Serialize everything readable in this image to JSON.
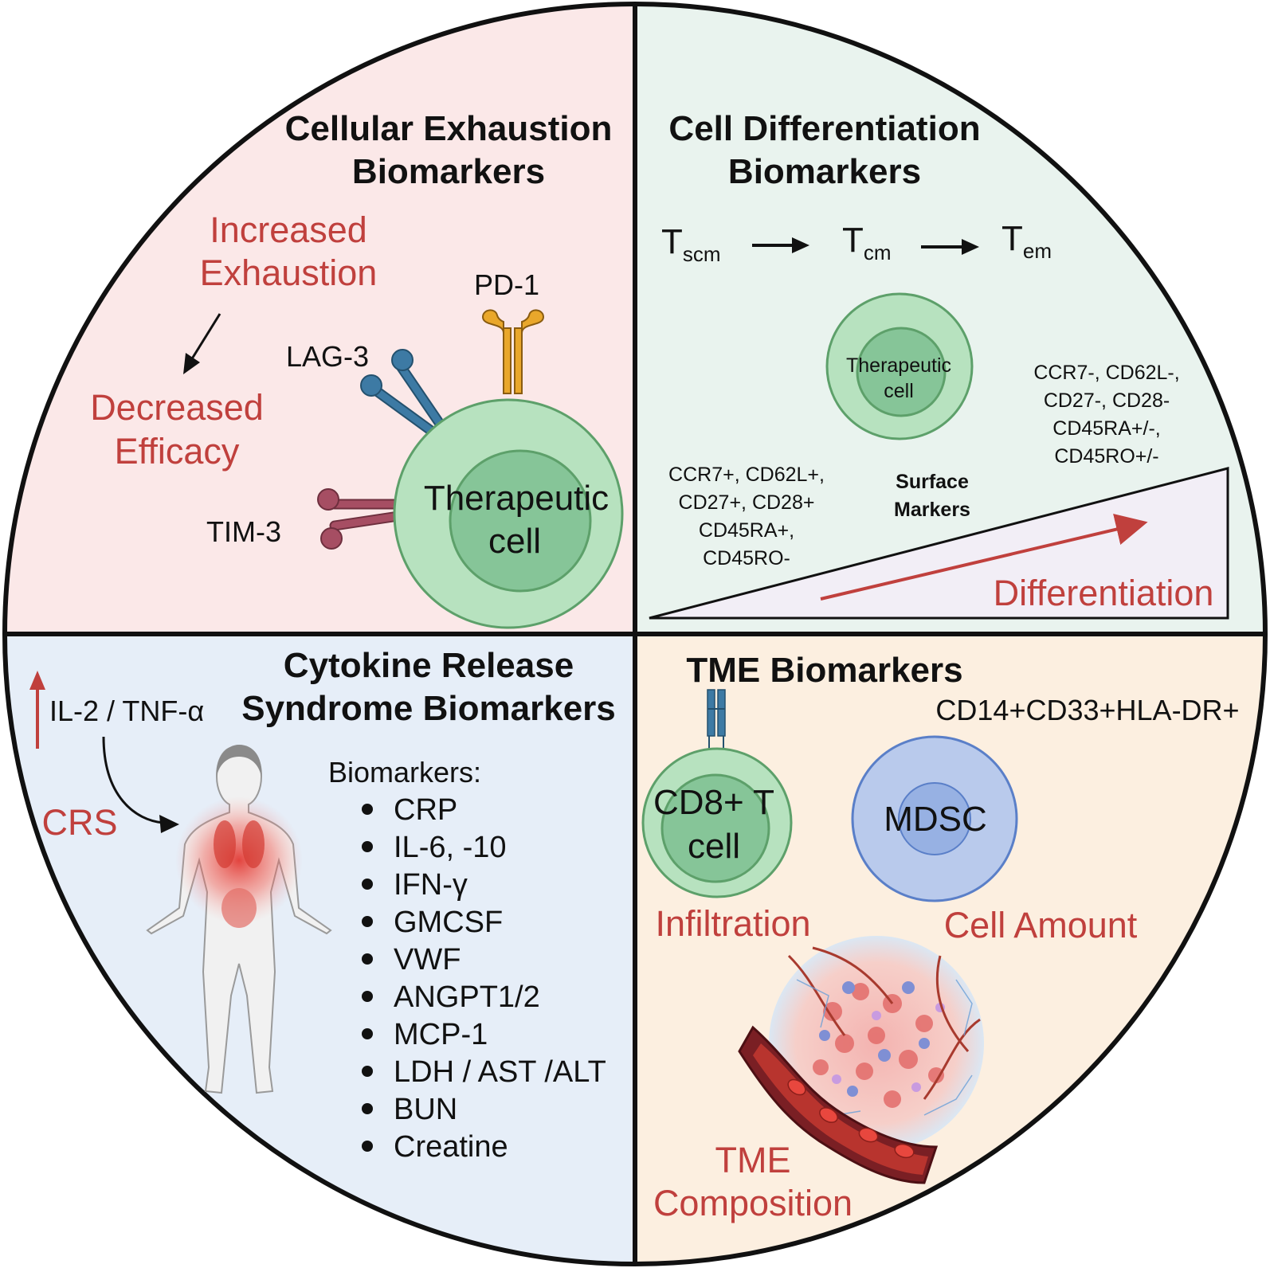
{
  "colors": {
    "exhaustion_bg": "#fbe8e8",
    "differentiation_bg": "#e9f3ee",
    "crs_bg": "#e6eef8",
    "tme_bg": "#fcefe0",
    "red_text": "#c0403d",
    "cell_outer": "#b7e2bf",
    "cell_inner": "#86c598",
    "cell_stroke": "#5da06a",
    "mdsc_outer": "#b9caec",
    "mdsc_inner": "#97b1e3",
    "mdsc_stroke": "#5a7fc8",
    "pd1_color": "#e9a72b",
    "lag3_color": "#3d7aa4",
    "tim3_color": "#a64e63"
  },
  "exhaustion": {
    "title_line1": "Cellular Exhaustion",
    "title_line2": "Biomarkers",
    "increased_line1": "Increased",
    "increased_line2": "Exhaustion",
    "decreased_line1": "Decreased",
    "decreased_line2": "Efficacy",
    "pd1": "PD-1",
    "lag3": "LAG-3",
    "tim3": "TIM-3",
    "cell_line1": "Therapeutic",
    "cell_line2": "cell",
    "icons": [
      "pd1-receptor-icon",
      "lag3-receptor-icon",
      "tim3-receptor-icon",
      "down-left-arrow-icon"
    ]
  },
  "differentiation": {
    "title_line1": "Cell Differentiation",
    "title_line2": "Biomarkers",
    "stages": [
      {
        "main": "T",
        "sub": "scm"
      },
      {
        "main": "T",
        "sub": "cm"
      },
      {
        "main": "T",
        "sub": "em"
      }
    ],
    "cell_line1": "Therapeutic",
    "cell_line2": "cell",
    "markers_early": [
      "CCR7+, CD62L+,",
      "CD27+, CD28+",
      "CD45RA+,",
      "CD45RO-"
    ],
    "surface_line1": "Surface",
    "surface_line2": "Markers",
    "markers_late": [
      "CCR7-, CD62L-,",
      "CD27-, CD28-",
      "CD45RA+/-,",
      "CD45RO+/-"
    ],
    "differentiation_label": "Differentiation"
  },
  "crs": {
    "title_line1": "Cytokine Release",
    "title_line2": "Syndrome Biomarkers",
    "cytokines": "IL-2 / TNF-α",
    "crs_label": "CRS",
    "biomarkers_heading": "Biomarkers:",
    "biomarkers": [
      "CRP",
      "IL-6, -10",
      "IFN-γ",
      "GMCSF",
      "VWF",
      "ANGPT1/2",
      "MCP-1",
      "LDH / AST /ALT",
      "BUN",
      "Creatine"
    ],
    "icons": [
      "up-arrow-icon",
      "curved-arrow-icon",
      "human-body-icon"
    ]
  },
  "tme": {
    "title": "TME Biomarkers",
    "mdsc_markers": "CD14+CD33+HLA-DR+",
    "cd8_line1": "CD8+ T",
    "cd8_line2": "cell",
    "mdsc": "MDSC",
    "infiltration": "Infiltration",
    "cell_amount": "Cell Amount",
    "composition_line1": "TME",
    "composition_line2": "Composition",
    "icons": [
      "tcr-receptor-icon",
      "tumor-vessel-icon"
    ]
  }
}
